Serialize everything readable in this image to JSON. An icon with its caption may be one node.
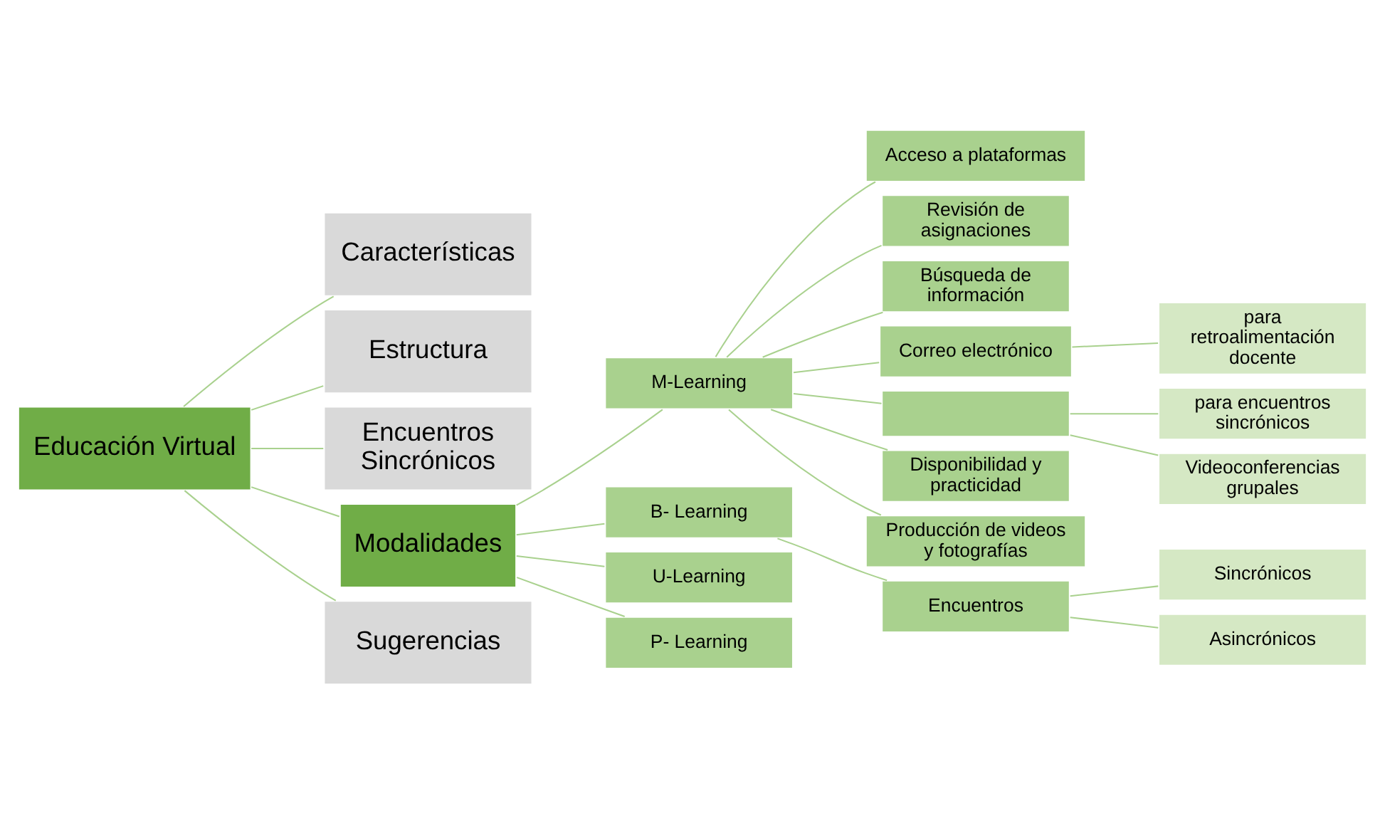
{
  "diagram": {
    "nodes": [
      {
        "text": [
          "Educación Virtual"
        ]
      },
      {
        "text": [
          "Características"
        ]
      },
      {
        "text": [
          "Estructura"
        ]
      },
      {
        "text": [
          "Encuentros Sincrónicos"
        ]
      },
      {
        "text": [
          "Modalidades"
        ]
      },
      {
        "text": [
          "Sugerencias"
        ]
      },
      {
        "text": [
          "M-Learning"
        ]
      },
      {
        "text": [
          "Acceso a plataformas"
        ]
      },
      {
        "text": [
          "Revisión de asignaciones"
        ]
      },
      {
        "text": [
          "Búsqueda de información"
        ]
      },
      {
        "text": [
          "Correo electrónico"
        ]
      },
      {
        "text": [
          "para retroalimentación docente"
        ]
      },
      {
        "text": [],
        "shape": "box"
      },
      {
        "text": [
          "para encuentros sincrónicos"
        ]
      },
      {
        "text": [
          "Videoconferencias grupales"
        ]
      },
      {
        "text": [
          "Disponibilidad y practicidad"
        ]
      },
      {
        "text": [
          "Producción de videos y fotografías"
        ]
      },
      {
        "text": [
          "B- Learning"
        ]
      },
      {
        "text": [
          "Encuentros"
        ]
      },
      {
        "text": [
          "Sincrónicos"
        ]
      },
      {
        "text": [
          "Asincrónicos"
        ]
      },
      {
        "text": [
          "U-Learning"
        ]
      },
      {
        "text": [
          "P- Learning"
        ]
      }
    ],
    "edges": [
      {
        "from": 0,
        "to": 1,
        "arrow": "none"
      },
      {
        "from": 0,
        "to": 2,
        "arrow": "none"
      },
      {
        "from": 0,
        "to": 3,
        "arrow": "none"
      },
      {
        "from": 0,
        "to": 4,
        "arrow": "none"
      },
      {
        "from": 0,
        "to": 5,
        "arrow": "none"
      },
      {
        "from": 4,
        "to": 6,
        "arrow": "none"
      },
      {
        "from": 6,
        "to": 7,
        "arrow": "none"
      },
      {
        "from": 6,
        "to": 8,
        "arrow": "none"
      },
      {
        "from": 6,
        "to": 9,
        "arrow": "none"
      },
      {
        "from": 6,
        "to": 10,
        "arrow": "none"
      },
      {
        "from": 10,
        "to": 11,
        "arrow": "none"
      },
      {
        "from": 6,
        "to": 12,
        "arrow": "none"
      },
      {
        "from": 12,
        "to": 13,
        "arrow": "none"
      },
      {
        "from": 12,
        "to": 14,
        "arrow": "none"
      },
      {
        "from": 6,
        "to": 15,
        "arrow": "none"
      },
      {
        "from": 6,
        "to": 16,
        "arrow": "none"
      },
      {
        "from": 4,
        "to": 17,
        "arrow": "none"
      },
      {
        "from": 17,
        "to": 18,
        "arrow": "none"
      },
      {
        "from": 18,
        "to": 19,
        "arrow": "none"
      },
      {
        "from": 18,
        "to": 20,
        "arrow": "none"
      },
      {
        "from": 4,
        "to": 21,
        "arrow": "none"
      },
      {
        "from": 4,
        "to": 22,
        "arrow": "none"
      }
    ]
  }
}
